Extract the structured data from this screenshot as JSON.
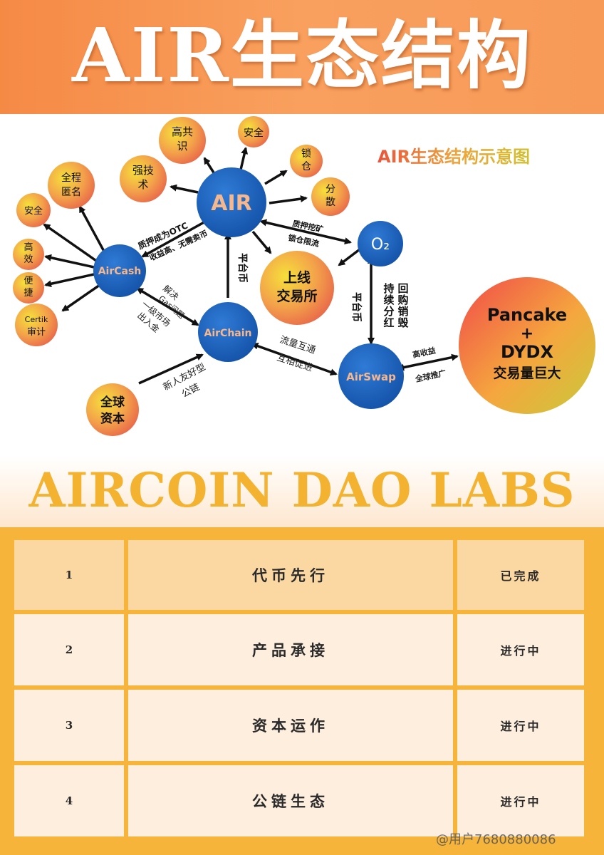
{
  "header": {
    "title": "AIR生态结构"
  },
  "diagram": {
    "subtitle": "AIR生态结构示意图",
    "nodes": {
      "air": "AIR",
      "aircash": "AirCash",
      "airchain": "AirChain",
      "airswap": "AirSwap",
      "o2": "O₂",
      "exchange": [
        "上线",
        "交易所"
      ],
      "pancake": [
        "Pancake",
        "+",
        "DYDX",
        "交易量巨大"
      ],
      "global_capital": [
        "全球",
        "资本"
      ],
      "high_consensus": [
        "高共",
        "识"
      ],
      "security_top": "安全",
      "strong_tech": [
        "强技",
        "术"
      ],
      "lock": [
        "锁",
        "仓"
      ],
      "disperse": [
        "分",
        "散"
      ],
      "full_anon": [
        "全程",
        "匿名"
      ],
      "security_left": "安全",
      "efficient": [
        "高",
        "效"
      ],
      "convenient": [
        "便",
        "捷"
      ],
      "certik": [
        "Certik",
        "审计"
      ]
    },
    "labels": {
      "otc": "质押成为OTC",
      "high_yield": "收益高、无需卖币",
      "pledge_mining": "质押挖矿",
      "lock_limit": "锁仓限流",
      "platform_coin_1": "平台币",
      "platform_coin_2": "平台币",
      "buyback": [
        "持",
        "续",
        "分",
        "红"
      ],
      "buyback_2": [
        "回",
        "购",
        "销",
        "毁"
      ],
      "gas": [
        "解决",
        "Gas问题"
      ],
      "primary_market": [
        "一级市场",
        "出入金"
      ],
      "traffic": "流量互通",
      "mutual": "互相促进",
      "newbie": [
        "新人友好型",
        "公链"
      ],
      "high_return": "高收益",
      "global_promo": "全球推广"
    }
  },
  "band": {
    "title": "AIRCOIN DAO LABS"
  },
  "roadmap": {
    "rows": [
      {
        "no": "1",
        "task": "代币先行",
        "status": "已完成"
      },
      {
        "no": "2",
        "task": "产品承接",
        "status": "进行中"
      },
      {
        "no": "3",
        "task": "资本运作",
        "status": "进行中"
      },
      {
        "no": "4",
        "task": "公链生态",
        "status": "进行中"
      }
    ]
  },
  "watermark": "@用户7680880086",
  "colors": {
    "header_orange": "#f58a45",
    "node_blue": "#1f5fb8",
    "table_border": "#f6b43b",
    "gold_text": "#f3b230"
  }
}
